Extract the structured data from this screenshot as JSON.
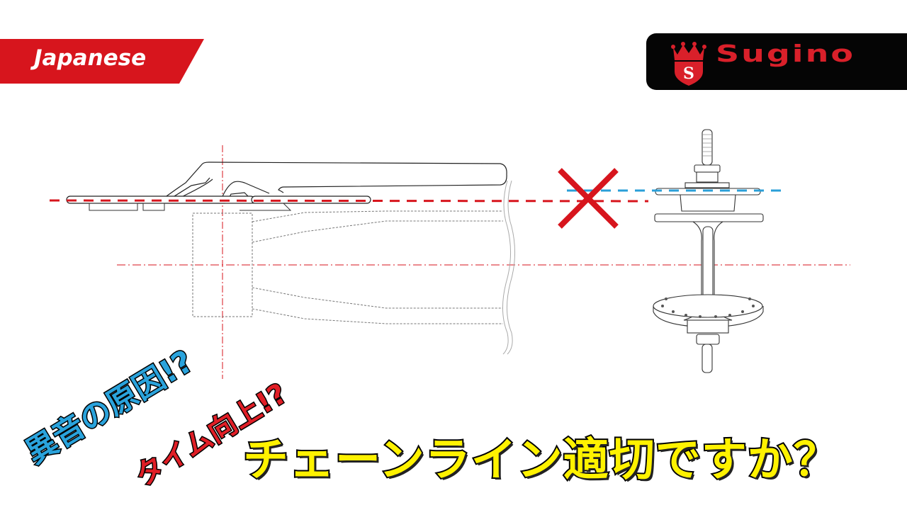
{
  "banner": {
    "label": "Japanese",
    "color": "#d7151d"
  },
  "logo": {
    "brand": "Sugino",
    "crest_letter": "S",
    "background": "#050505",
    "color": "#d9202a"
  },
  "diagram": {
    "left_part": "crankset-chainring",
    "right_part": "rear-hub-cog",
    "chainring_line_color": "#d7151d",
    "cog_line_color": "#2a9fd8",
    "centerline_color": "#d7151d",
    "mismatch_mark": "x-mark",
    "mismatch_color": "#d7151d"
  },
  "captions": {
    "noise": "異音の原因!?",
    "time": "タイム向上!?",
    "question": "チェーンライン適切ですか？"
  }
}
